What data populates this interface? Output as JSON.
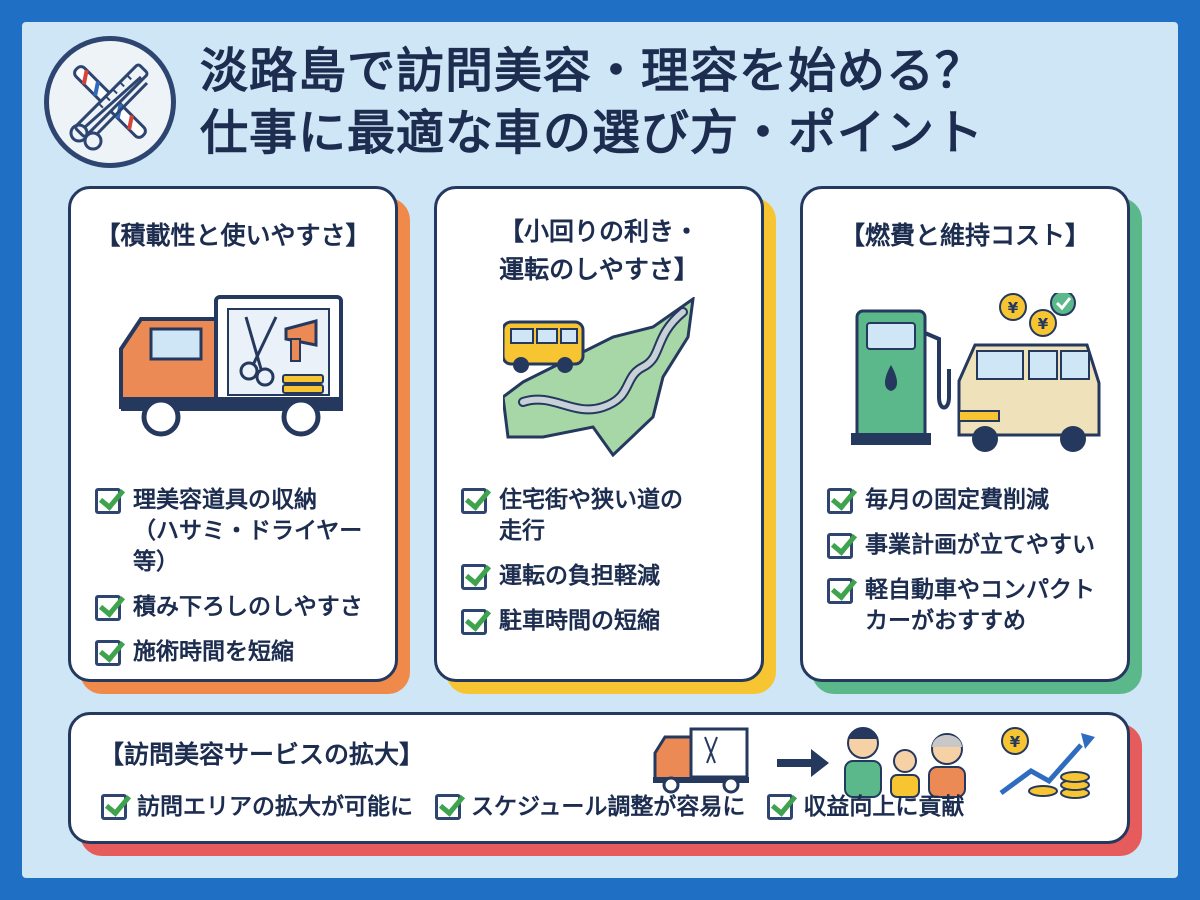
{
  "header": {
    "title_line1": "淡路島で訪問美容・理容を始める？",
    "title_line2": "仕事に最適な車の選び方・ポイント",
    "logo_icon": "barber-scissors-comb-icon"
  },
  "cards": [
    {
      "title": "【積載性と使いやすさ】",
      "accent": "#f08a4b",
      "illustration": "truck-with-tools-icon",
      "items": [
        "理美容道具の収納\n（ハサミ・ドライヤー等）",
        "積み下ろしのしやすさ",
        "施術時間を短縮"
      ]
    },
    {
      "title": "【小回りの利き・\n運転のしやすさ】",
      "accent": "#f6c531",
      "illustration": "minivan-on-island-road-icon",
      "items": [
        "住宅街や狭い道の\n走行",
        "運転の負担軽減",
        "駐車時間の短縮"
      ]
    },
    {
      "title": "【燃費と維持コスト】",
      "accent": "#5bb88a",
      "illustration": "fuel-pump-and-kei-van-icon",
      "items": [
        "毎月の固定費削減",
        "事業計画が立てやすい",
        "軽自動車やコンパクト\nカーがおすすめ"
      ]
    }
  ],
  "banner": {
    "title": "【訪問美容サービスの拡大】",
    "accent": "#e65b5b",
    "illustration": "truck-arrow-customers-growth-icon",
    "items": [
      "訪問エリアの拡大が可能に",
      "スケジュール調整が容易に",
      "収益向上に貢献"
    ]
  },
  "colors": {
    "frame_border": "#1f6fc4",
    "background": "#cfe6f6",
    "navy": "#25385e",
    "check_green": "#3fa34d"
  }
}
